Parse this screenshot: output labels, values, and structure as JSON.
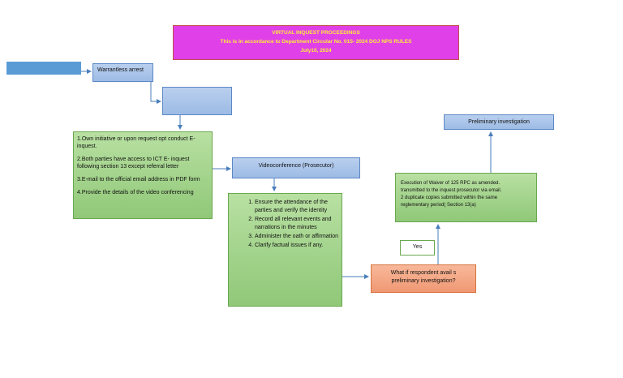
{
  "title": {
    "line1": "VIRTUAL INQUEST PROCEEDINGS",
    "line2": "This is in accordance to Department Circular No. 015- 2024 DOJ NPS RULES",
    "line3": "July10, 2024"
  },
  "warrantless_label": "Warrantless arrest",
  "preliminary_label": "Preliminary investigation",
  "videoconference_label": "Videoconference (Prosecutor)",
  "initiative_items": [
    "1.Own initiative or upon request opt conduct E-inquest.",
    "2.Both parties have access to ICT E- inquest following section 13 except referral letter",
    "3.E-mail to the official email address in PDF form",
    "4.Provide the details of the video conferencing"
  ],
  "prosecutor_steps": [
    "Ensure the attendance of the parties and verify the identity",
    "Record all relevant events and narrations in the minutes",
    "Administer the oath or affirmation",
    "Clarify factual issues if any."
  ],
  "waiver": {
    "line1": "Execution of Waiver of 125 RPC as amended.",
    "line2": "transmitted to the inquest prosecutor via email.",
    "line3": "2 duplicate copies  submitted within the same",
    "line4": "reglementary period( Section 13(a)"
  },
  "yes_label": "Yes",
  "question": {
    "line1": "What if respondent avail s",
    "line2": "preliminary investigation?"
  },
  "colors": {
    "title_bg": "#e040e8",
    "title_text": "#ffeb3b",
    "blue_box": "#9dbbe5",
    "green_box": "#90c878",
    "orange_box": "#f09873",
    "arrow": "#4a7ebb"
  }
}
